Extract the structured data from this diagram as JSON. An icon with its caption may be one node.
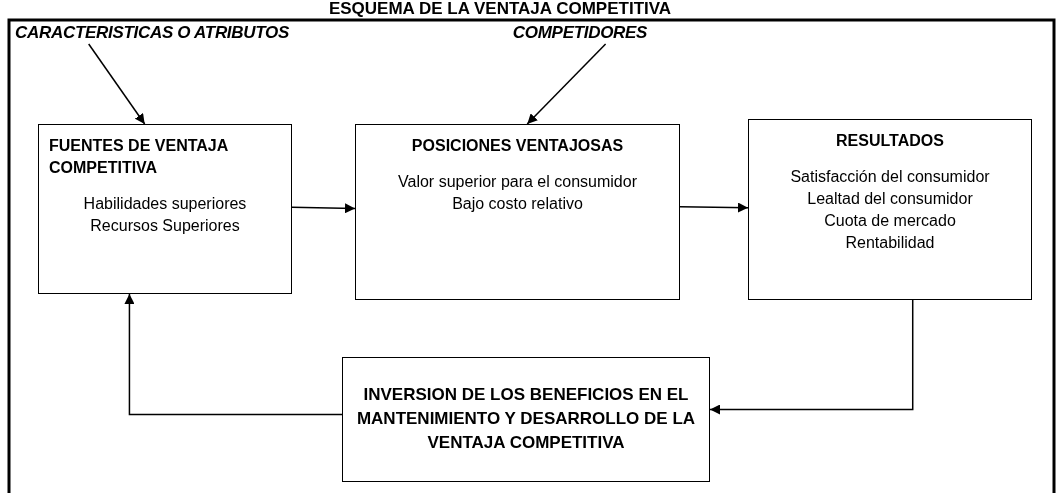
{
  "diagram": {
    "title": "ESQUEMA DE LA VENTAJA COMPETITIVA",
    "nodes": [
      {
        "text": [
          "CARACTERISTICAS O ATRIBUTOS"
        ]
      },
      {
        "text": [
          "COMPETIDORES"
        ]
      },
      {
        "text": [
          "FUENTES DE VENTAJA COMPETITIVA",
          "Habilidades superiores",
          "Recursos Superiores"
        ]
      },
      {
        "text": [
          "POSICIONES VENTAJOSAS",
          "Valor superior para el consumidor",
          "Bajo costo relativo"
        ]
      },
      {
        "text": [
          "RESULTADOS",
          "Satisfacción del consumidor",
          "Lealtad del consumidor",
          "Cuota de mercado",
          "Rentabilidad"
        ]
      },
      {
        "text": [
          "INVERSION DE LOS BENEFICIOS EN EL MANTENIMIENTO Y DESARROLLO DE LA VENTAJA COMPETITIVA"
        ]
      }
    ],
    "edges": [
      {
        "from": 0,
        "to": 2,
        "arrow": "to"
      },
      {
        "from": 1,
        "to": 3,
        "arrow": "to"
      },
      {
        "from": 2,
        "to": 3,
        "arrow": "to"
      },
      {
        "from": 3,
        "to": 4,
        "arrow": "to"
      },
      {
        "from": 4,
        "to": 5,
        "arrow": "to"
      },
      {
        "from": 5,
        "to": 2,
        "arrow": "to"
      }
    ]
  }
}
